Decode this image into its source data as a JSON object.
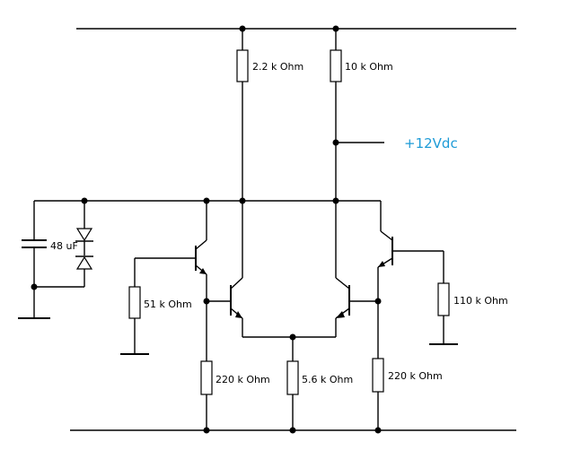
{
  "colors": {
    "wire": "#000000",
    "supply_label": "#1e9bd7",
    "background": "#ffffff"
  },
  "labels": {
    "r_collector_left": "2.2 k Ohm",
    "r_collector_right": "10 k Ohm",
    "supply": "+12Vdc",
    "capacitor": "48 uF",
    "r_base_left": "51 k Ohm",
    "r_base_right": "110 k Ohm",
    "r_emitter_left": "220 k Ohm",
    "r_tail": "5.6 k Ohm",
    "r_emitter_right": "220 k Ohm"
  }
}
